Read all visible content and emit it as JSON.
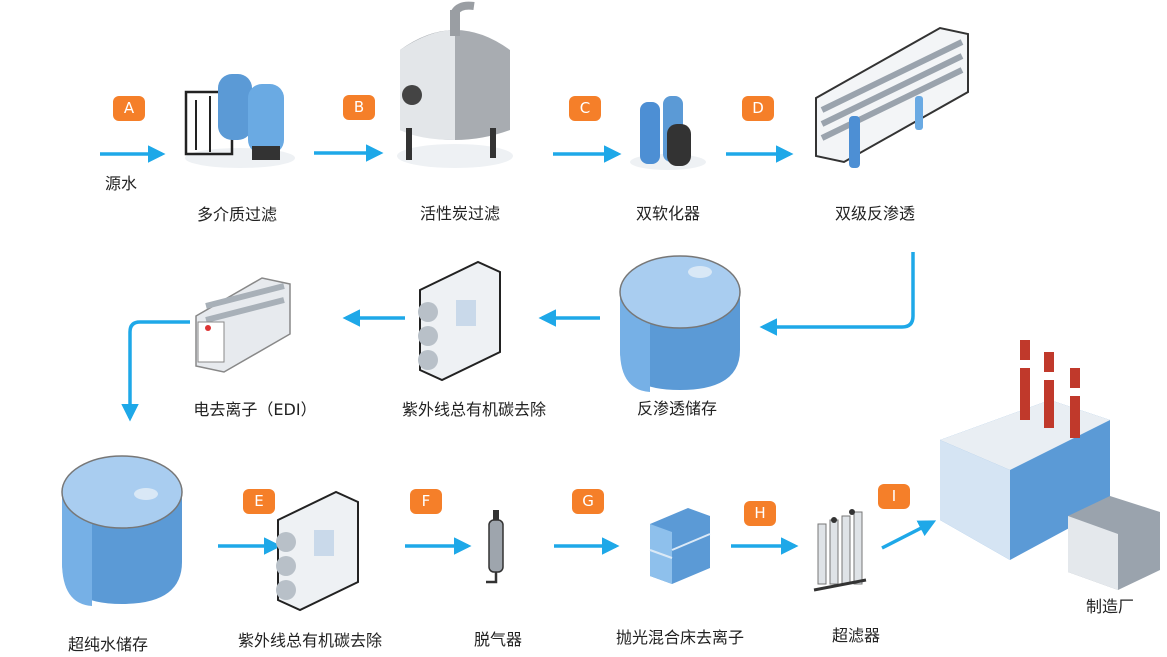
{
  "source_label": "源水",
  "badges": [
    "A",
    "B",
    "C",
    "D",
    "E",
    "F",
    "G",
    "H",
    "I"
  ],
  "steps": {
    "multimedia_filter": "多介质过滤",
    "carbon_filter": "活性炭过滤",
    "dual_softener": "双软化器",
    "two_stage_ro": "双级反渗透",
    "ro_storage": "反渗透储存",
    "uv_toc_1": "紫外线总有机碳去除",
    "edi": "电去离子（EDI）",
    "upw_storage": "超纯水储存",
    "uv_toc_2": "紫外线总有机碳去除",
    "degasser": "脱气器",
    "polishing_mixed_bed": "抛光混合床去离子",
    "ultrafilter": "超滤器",
    "factory": "制造厂"
  },
  "colors": {
    "arrow": "#1ea8e8",
    "badge": "#f57f29",
    "tank_blue": "#5b9ad6"
  }
}
